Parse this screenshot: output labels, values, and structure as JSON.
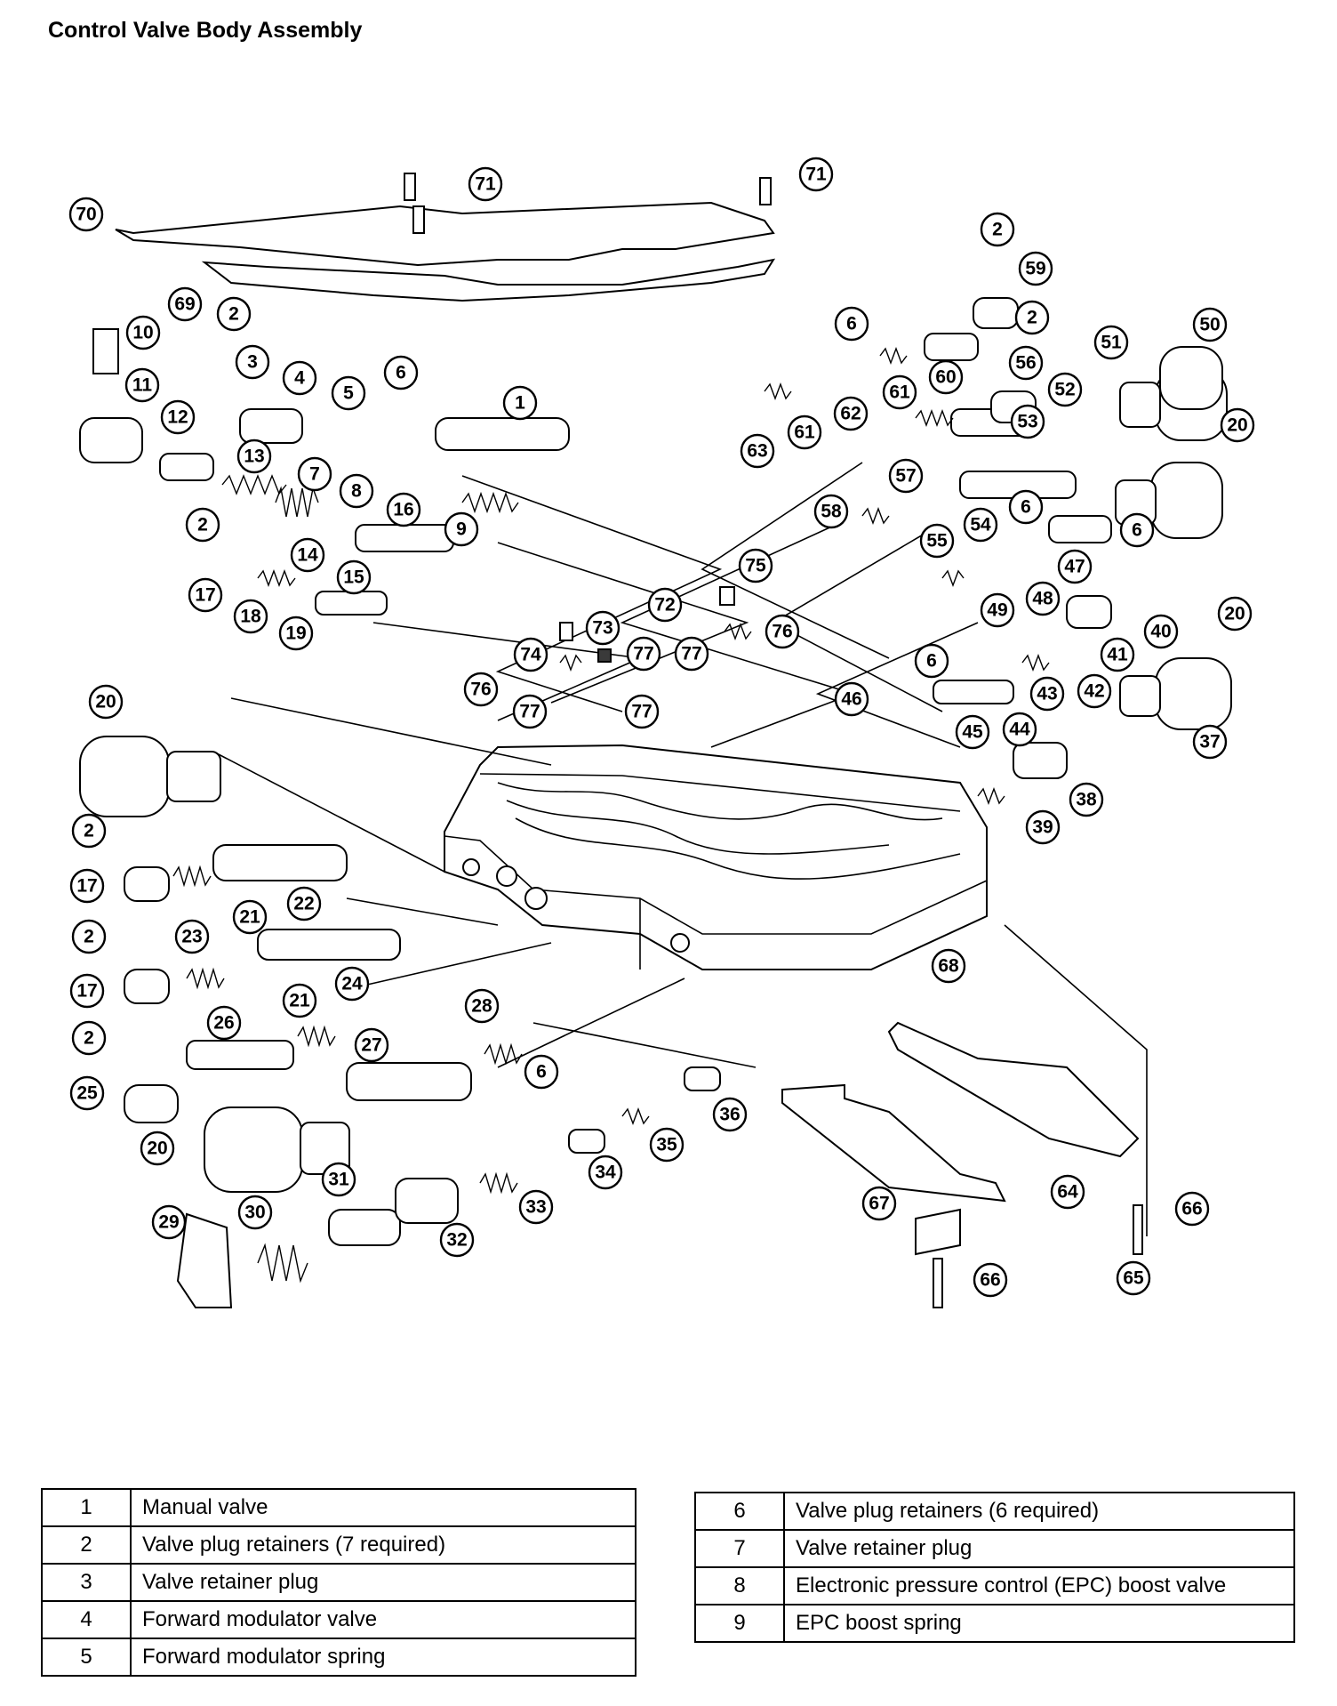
{
  "title": "Control Valve Body Assembly",
  "callouts": [
    "1",
    "2",
    "3",
    "4",
    "5",
    "6",
    "7",
    "8",
    "9",
    "10",
    "11",
    "12",
    "13",
    "14",
    "15",
    "16",
    "17",
    "18",
    "19",
    "20",
    "21",
    "22",
    "23",
    "24",
    "25",
    "26",
    "27",
    "28",
    "29",
    "30",
    "31",
    "32",
    "33",
    "34",
    "35",
    "36",
    "37",
    "38",
    "39",
    "40",
    "41",
    "42",
    "43",
    "44",
    "45",
    "46",
    "47",
    "48",
    "49",
    "50",
    "51",
    "52",
    "53",
    "54",
    "55",
    "56",
    "57",
    "58",
    "59",
    "60",
    "61",
    "62",
    "63",
    "64",
    "65",
    "66",
    "67",
    "68",
    "69",
    "70",
    "71",
    "72",
    "73",
    "74",
    "75",
    "76",
    "77"
  ],
  "legend_left": [
    {
      "num": "1",
      "desc": "Manual valve"
    },
    {
      "num": "2",
      "desc": "Valve plug retainers (7 required)"
    },
    {
      "num": "3",
      "desc": "Valve retainer plug"
    },
    {
      "num": "4",
      "desc": "Forward modulator valve"
    },
    {
      "num": "5",
      "desc": "Forward modulator spring"
    }
  ],
  "legend_right": [
    {
      "num": "6",
      "desc": "Valve plug retainers (6 required)"
    },
    {
      "num": "7",
      "desc": "Valve retainer plug"
    },
    {
      "num": "8",
      "desc": "Electronic pressure control (EPC) boost valve"
    },
    {
      "num": "9",
      "desc": "EPC boost spring"
    }
  ]
}
